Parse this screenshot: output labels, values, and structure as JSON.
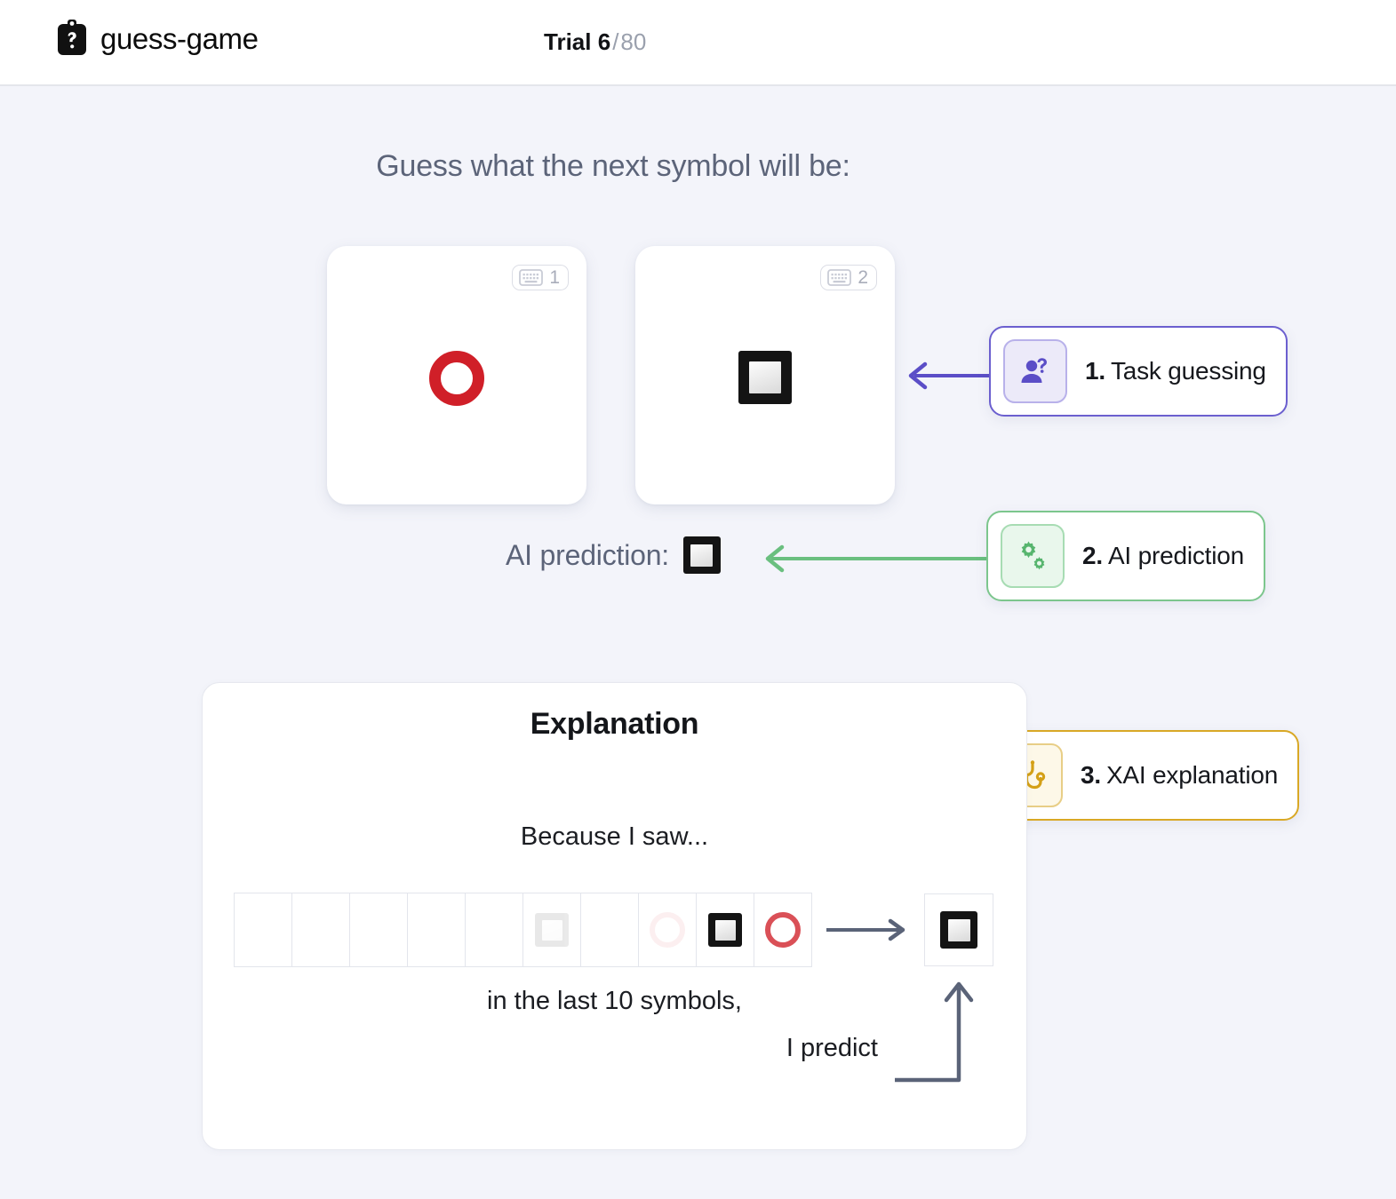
{
  "header": {
    "brand_icon": "clipboard-question-icon",
    "brand_title": "guess-game",
    "trial_label": "Trial",
    "trial_current": "6",
    "trial_separator": "/",
    "trial_total": "80"
  },
  "main": {
    "prompt": "Guess what the next symbol will be:",
    "choices": [
      {
        "key_hint": "1",
        "symbol": "red-circle",
        "kbd_icon": "keyboard-icon"
      },
      {
        "key_hint": "2",
        "symbol": "black-square",
        "kbd_icon": "keyboard-icon"
      }
    ],
    "ai_prediction_label": "AI prediction:",
    "ai_prediction_symbol": "black-square"
  },
  "callouts": [
    {
      "num": "1.",
      "label": "Task guessing",
      "icon": "person-question-icon",
      "color": "#6b5fcf"
    },
    {
      "num": "2.",
      "label": "AI prediction",
      "icon": "gears-icon",
      "color": "#7cc68d"
    },
    {
      "num": "3.",
      "label": "XAI explanation",
      "icon": "stethoscope-icon",
      "color": "#d9a825"
    }
  ],
  "explanation": {
    "title": "Explanation",
    "because_text": "Because I saw...",
    "last_line": "in the last 10 symbols,",
    "predict_line": "I predict",
    "sequence": [
      {
        "symbol": "empty",
        "opacity": 0
      },
      {
        "symbol": "empty",
        "opacity": 0
      },
      {
        "symbol": "empty",
        "opacity": 0
      },
      {
        "symbol": "empty",
        "opacity": 0
      },
      {
        "symbol": "empty",
        "opacity": 0
      },
      {
        "symbol": "black-square",
        "opacity": 0.09
      },
      {
        "symbol": "empty",
        "opacity": 0
      },
      {
        "symbol": "red-circle",
        "opacity": 0.07
      },
      {
        "symbol": "black-square",
        "opacity": 1
      },
      {
        "symbol": "red-circle",
        "opacity": 0.78
      }
    ],
    "predicted_symbol": "black-square",
    "arrow_icon": "right-arrow-icon",
    "elbow_arrow_icon": "elbow-up-arrow-icon"
  },
  "colors": {
    "page_background": "#f3f4fa",
    "header_background": "#ffffff",
    "heading_text": "#5c6479",
    "symbol_red": "#d01f28",
    "symbol_black": "#141414",
    "connector_purple": "#5b4ec7",
    "connector_green": "#6abf7f",
    "connector_gold": "#d4a017",
    "connector_slate": "#5a6378"
  }
}
